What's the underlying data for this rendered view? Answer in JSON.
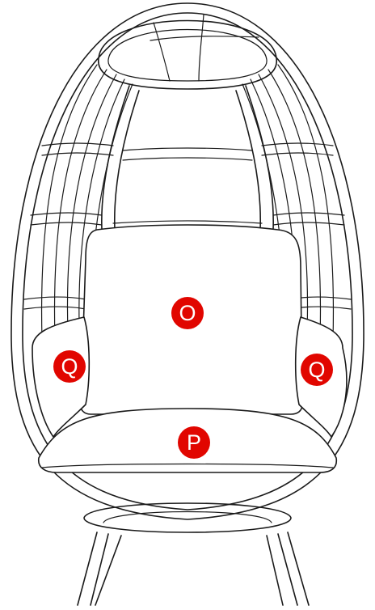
{
  "diagram": {
    "subject": "egg-chair",
    "line_color": "#1a1a1a",
    "marker_color": "#e10600",
    "marker_text_color": "#ffffff",
    "labels": {
      "back_cushion": "O",
      "seat_cushion": "P",
      "left_arm_pillow": "Q",
      "right_arm_pillow": "Q"
    }
  }
}
